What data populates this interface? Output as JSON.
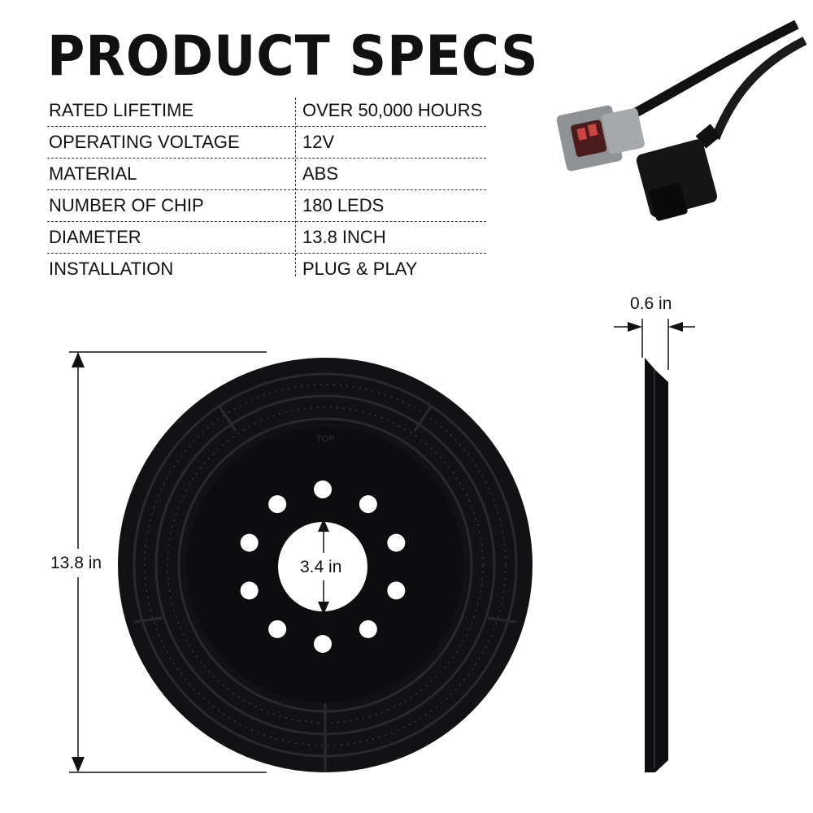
{
  "title": "PRODUCT SPECS",
  "specs": [
    {
      "label": "RATED LIFETIME",
      "value": "OVER 50,000 HOURS"
    },
    {
      "label": "OPERATING VOLTAGE",
      "value": "12V"
    },
    {
      "label": "MATERIAL",
      "value": "ABS"
    },
    {
      "label": "NUMBER OF CHIP",
      "value": "180 LEDS"
    },
    {
      "label": "DIAMETER",
      "value": "13.8 INCH"
    },
    {
      "label": "INSTALLATION",
      "value": "PLUG & PLAY"
    }
  ],
  "dimensions": {
    "diameter": "13.8 in",
    "inner_hole": "3.4 in",
    "thickness": "0.6 in",
    "top_mark": "TOP"
  }
}
